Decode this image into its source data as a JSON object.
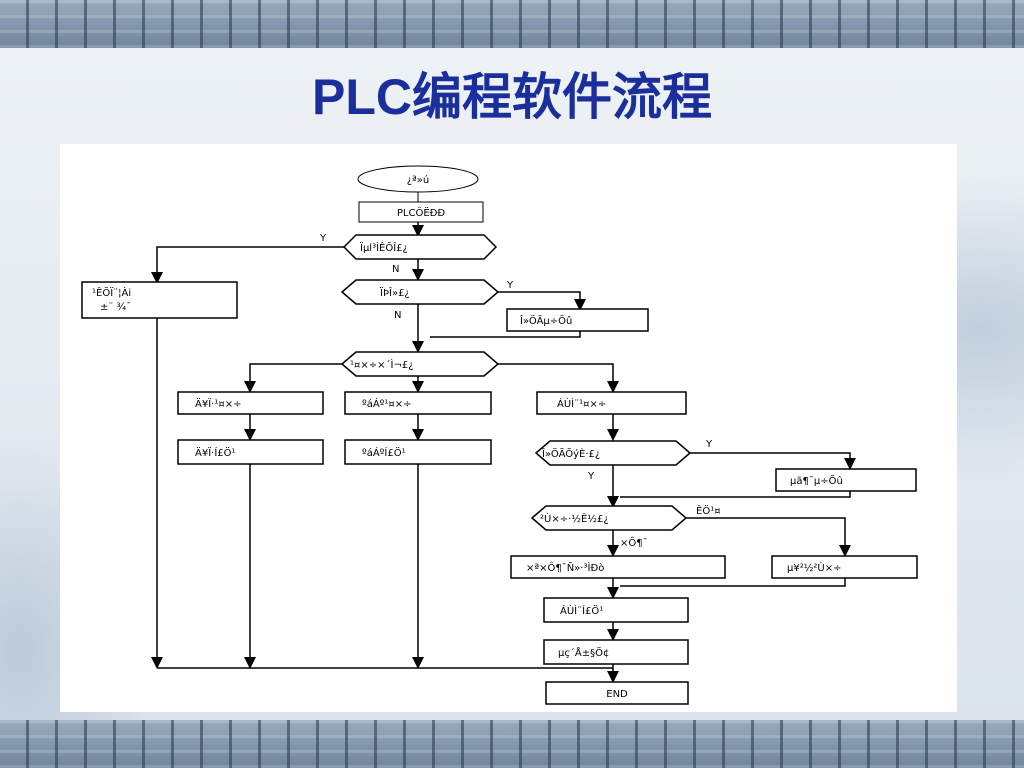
{
  "title": "PLC编程软件流程",
  "nodes": {
    "start": "¿ª»ú",
    "plc_run": "PLCÔËÐÐ",
    "d1": "Ïµl³ÌÊÕÎ£¿",
    "side_left": "¹ÊÕÏ¨¦Ài\n±¨  ¾¯",
    "d2": "ÏÞÎ»£¿",
    "right1": "Î»ÖÃµ÷Õû",
    "d3": "¹¤×÷×´Ì¬£¿",
    "col1_a": "Ä¥Ï·¹¤×÷",
    "col1_b": "Ä¥Ï·Í£Ö¹",
    "col2_a": "ºáÁº¹¤×÷",
    "col2_b": "ºáÁºÍ£Ö¹",
    "col3_a": "ÁÙÌ¨¹¤×÷",
    "d4": "Î»ÖÃÕýÈ·£¿",
    "right2": "µã¶¯µ÷Õû",
    "d5": "²Ù×÷·½Ê½£¿",
    "auto_box": "×ª×Ô¶¯Ñ­»·³ÌÐò",
    "manual_box": "µ¥²½²Ù×÷",
    "col3_b": "ÁÙÌ¨Í£Ö¹",
    "cool": "µç´Å±§Õ¢",
    "end": "END"
  },
  "labels": {
    "y1": "Y",
    "n1": "N",
    "y2": "Y",
    "n2": "N",
    "y3": "Y",
    "y4": "Y",
    "manual": "ÊÖ¹¤",
    "auto": "×Ô¶¯"
  }
}
